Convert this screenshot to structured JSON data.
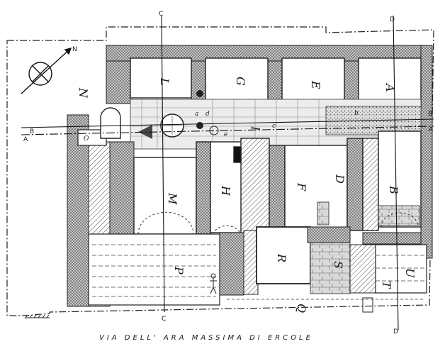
{
  "street_label": "VIA DELL' ARA MASSIMA DI ERCOLE",
  "north_label": "N",
  "section_lines": {
    "A": "A",
    "B": "B",
    "C": "C",
    "D": "D"
  },
  "rooms": {
    "A": "A",
    "B": "B",
    "D": "D",
    "E": "E",
    "F": "F",
    "G": "G",
    "H": "H",
    "I": "I",
    "L": "L",
    "M": "M",
    "N": "N",
    "O": "O",
    "P": "P",
    "Q": "Q",
    "R": "R",
    "S": "S",
    "T": "T",
    "U": "U"
  },
  "minor_labels": {
    "a": "a",
    "b": "b",
    "c": "c",
    "d": "d",
    "e": "e"
  }
}
